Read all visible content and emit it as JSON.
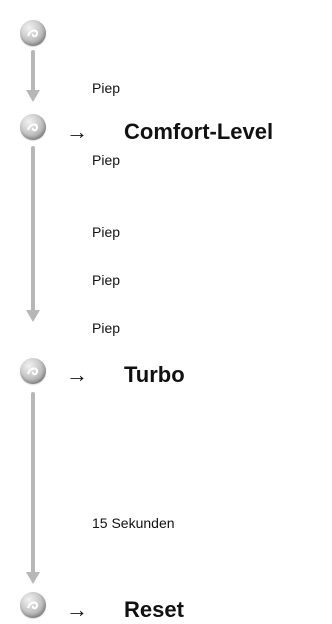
{
  "steps": [
    {
      "label": "Comfort-Level",
      "arrow": "→"
    },
    {
      "label": "Turbo",
      "arrow": "→"
    },
    {
      "label": "Reset",
      "arrow": "→"
    }
  ],
  "beeps": [
    "Piep",
    "Piep",
    "Piep",
    "Piep",
    "Piep"
  ],
  "duration_label": "15 Sekunden",
  "colors": {
    "connector": "#b7b7b7",
    "button": "#c8c8c8"
  }
}
